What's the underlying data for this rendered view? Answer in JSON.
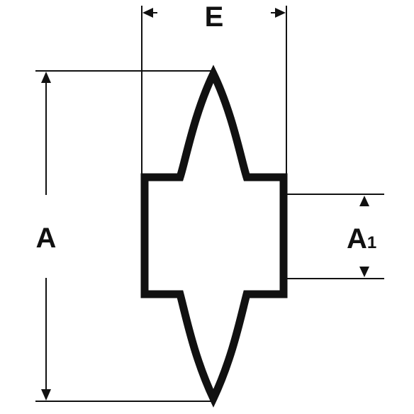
{
  "diagram": {
    "labels": {
      "width": "E",
      "height": "A",
      "inner_height_letter": "A",
      "inner_height_subscript": "1"
    },
    "colors": {
      "stroke": "#111111",
      "background": "#ffffff"
    }
  }
}
